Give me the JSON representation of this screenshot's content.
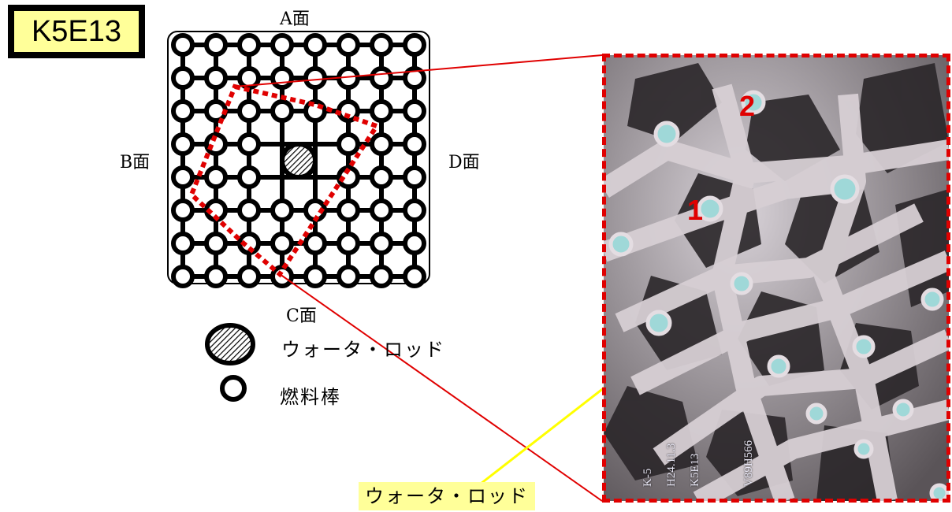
{
  "assembly_id": "K5E13",
  "faces": {
    "a": "A面",
    "b": "B面",
    "c": "C面",
    "d": "D面"
  },
  "legend": [
    {
      "icon": "water-rod-symbol",
      "label": "ウォータ・ロッド"
    },
    {
      "icon": "fuel-rod-symbol",
      "label": "燃料棒"
    }
  ],
  "callout": {
    "label": "ウォータ・ロッド"
  },
  "photo": {
    "markers": [
      "1",
      "2"
    ],
    "stamp": [
      "K-5",
      "H24.11.3",
      "K5E13",
      "V89H566"
    ]
  },
  "colors": {
    "highlight": "#e00000",
    "arrow": "#ffff00",
    "callout_bg": "#ffff99",
    "badge_bg": "#ffff99"
  }
}
